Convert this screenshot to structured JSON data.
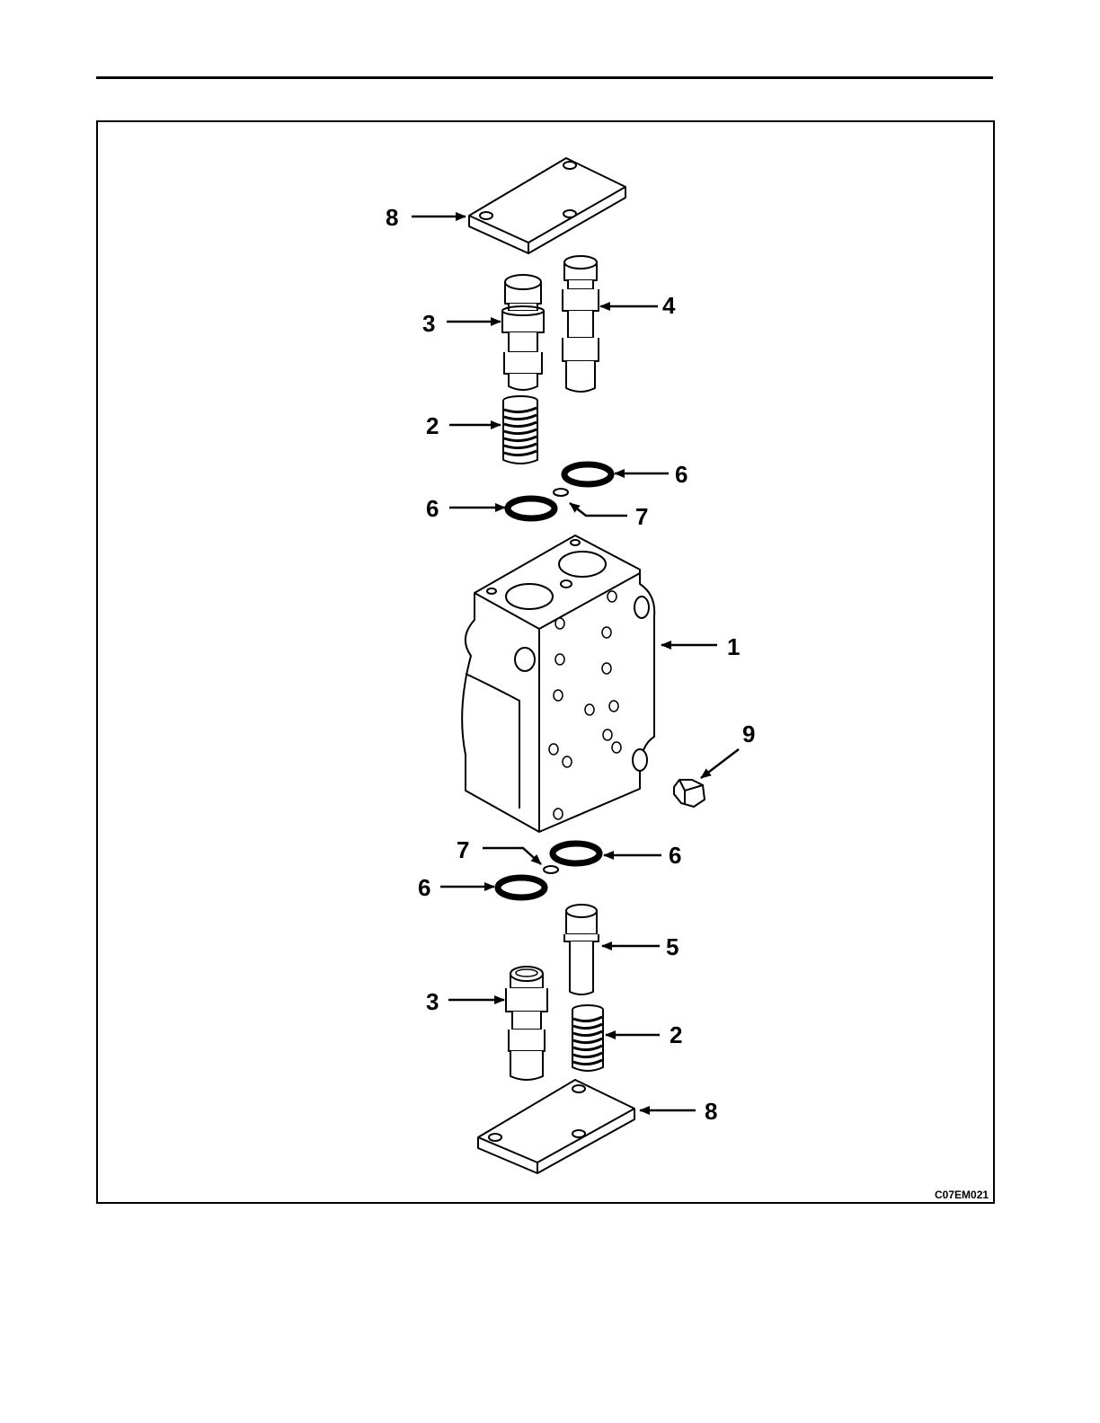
{
  "figure": {
    "id": "C07EM021",
    "callouts": [
      {
        "key": "cover-top",
        "label": "8"
      },
      {
        "key": "spool-top",
        "label": "3"
      },
      {
        "key": "spool-right",
        "label": "4"
      },
      {
        "key": "spring-top",
        "label": "2"
      },
      {
        "key": "oring-top-right",
        "label": "6"
      },
      {
        "key": "oring-top-left",
        "label": "6"
      },
      {
        "key": "small-ring-top",
        "label": "7"
      },
      {
        "key": "valve-body",
        "label": "1"
      },
      {
        "key": "plug",
        "label": "9"
      },
      {
        "key": "small-ring-bottom",
        "label": "7"
      },
      {
        "key": "oring-bottom-right",
        "label": "6"
      },
      {
        "key": "oring-bottom-left",
        "label": "6"
      },
      {
        "key": "poppet",
        "label": "5"
      },
      {
        "key": "spool-bottom",
        "label": "3"
      },
      {
        "key": "spring-bottom",
        "label": "2"
      },
      {
        "key": "cover-bottom",
        "label": "8"
      }
    ]
  }
}
